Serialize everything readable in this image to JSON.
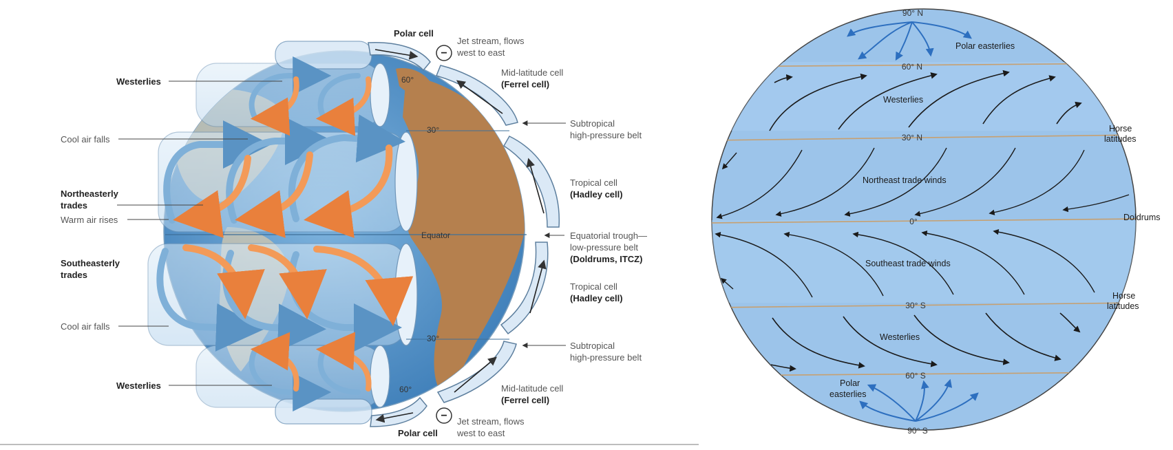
{
  "left_diagram": {
    "labels": {
      "westerlies_top": "Westerlies",
      "cool_air_falls_top": "Cool air falls",
      "ne_trades_line1": "Northeasterly",
      "ne_trades_line2": "trades",
      "warm_air_rises": "Warm air rises",
      "se_trades_line1": "Southeasterly",
      "se_trades_line2": "trades",
      "cool_air_falls_bottom": "Cool air falls",
      "westerlies_bottom": "Westerlies",
      "polar_cell_top": "Polar cell",
      "polar_cell_bottom": "Polar cell",
      "jet_top_line1": "Jet stream, flows",
      "jet_top_line2": "west to east",
      "jet_bottom_line1": "Jet stream, flows",
      "jet_bottom_line2": "west to east",
      "midlat_top_line1": "Mid-latitude cell",
      "midlat_top_line2": "(Ferrel cell)",
      "midlat_bottom_line1": "Mid-latitude cell",
      "midlat_bottom_line2": "(Ferrel cell)",
      "subtrop_top_line1": "Subtropical",
      "subtrop_top_line2": "high-pressure belt",
      "subtrop_bottom_line1": "Subtropical",
      "subtrop_bottom_line2": "high-pressure belt",
      "tropical_top_line1": "Tropical cell",
      "tropical_top_line2": "(Hadley cell)",
      "tropical_bottom_line1": "Tropical cell",
      "tropical_bottom_line2": "(Hadley cell)",
      "eq_trough_line1": "Equatorial trough—",
      "eq_trough_line2": "low-pressure belt",
      "eq_trough_line3": "(Doldrums, ITCZ)",
      "equator": "Equator",
      "lat_60_top": "60°",
      "lat_30_top": "30°",
      "lat_30_bottom": "30°",
      "lat_60_bottom": "60°",
      "minus_symbol": "−"
    }
  },
  "right_diagram": {
    "labels": {
      "north_pole": "90° N",
      "lat_60n": "60° N",
      "lat_30n": "30° N",
      "lat_0": "0°",
      "lat_30s": "30° S",
      "lat_60s": "60° S",
      "south_pole": "90° S",
      "polar_easterlies_n": "Polar easterlies",
      "westerlies_n": "Westerlies",
      "ne_trade_winds": "Northeast trade winds",
      "se_trade_winds": "Southeast trade winds",
      "westerlies_s": "Westerlies",
      "polar_easterlies_s_line1": "Polar",
      "polar_easterlies_s_line2": "easterlies",
      "horse_n_line1": "Horse",
      "horse_n_line2": "latitudes",
      "doldrums": "Doldrums",
      "horse_s_line1": "Horse",
      "horse_s_line2": "latitudes"
    }
  },
  "colors": {
    "ocean": "#4f90c8",
    "land": "#b5804e",
    "right_bg": "#9cc4ea",
    "cool_arrow": "#6ea6d2",
    "warm_arrow": "#f09a55",
    "wind_dark": "#1a1a1a",
    "wind_blue": "#2d6fbf"
  }
}
